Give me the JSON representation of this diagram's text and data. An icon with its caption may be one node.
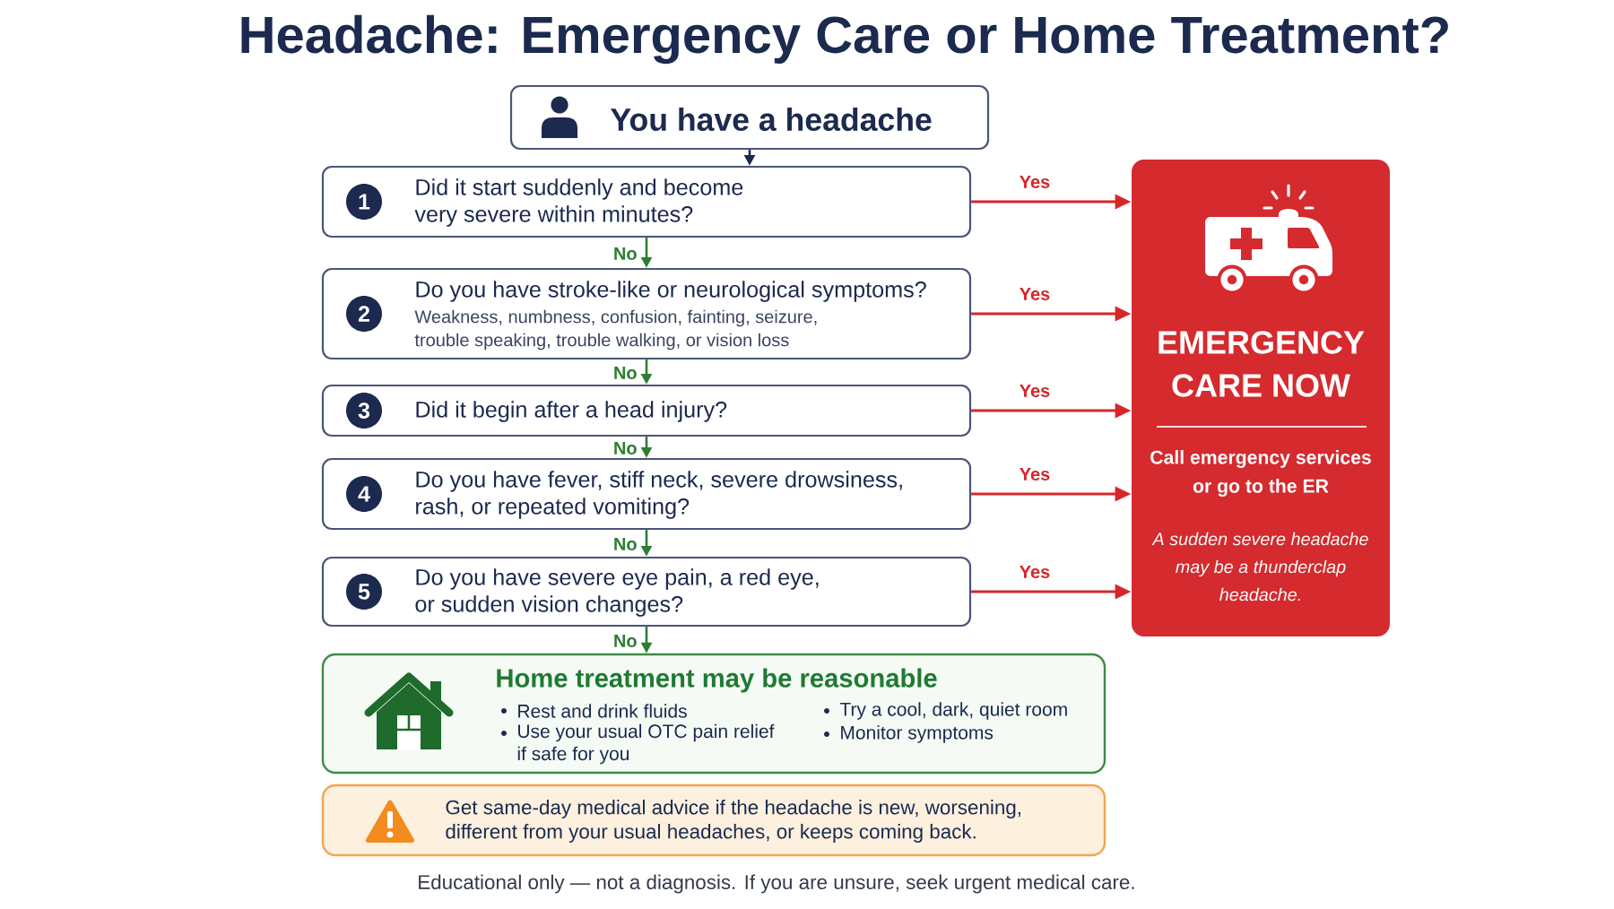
{
  "diagram": {
    "title": "Headache: Emergency Care or Home Treatment?",
    "caption": "Educational only — not a diagnosis. If you are unsure, seek urgent medical care.",
    "nodes": [
      {
        "text": [
          "You have a headache"
        ]
      },
      {
        "text": [
          "1",
          "Did it start suddenly and become very severe within minutes?"
        ]
      },
      {
        "text": [
          "2",
          "Do you have stroke-like or neurological symptoms?",
          "Weakness, numbness, confusion, fainting, seizure, trouble speaking, trouble walking, or vision loss"
        ]
      },
      {
        "text": [
          "3",
          "Did it begin after a head injury?"
        ]
      },
      {
        "text": [
          "4",
          "Do you have fever, stiff neck, severe drowsiness, rash, or repeated vomiting?"
        ]
      },
      {
        "text": [
          "5",
          "Do you have severe eye pain, a red eye, or sudden vision changes?"
        ]
      },
      {
        "text": [
          "Home treatment may be reasonable",
          "Rest and drink fluids",
          "Use your usual OTC pain relief if safe for you",
          "Try a cool, dark, quiet room",
          "Monitor symptoms"
        ]
      },
      {
        "text": [
          "Get same-day medical advice if the headache is new, worsening, different from your usual headaches, or keeps coming back."
        ]
      },
      {
        "text": [
          "EMERGENCY CARE NOW",
          "Call emergency services or go to the ER",
          "A sudden severe headache may be a thunderclap headache."
        ]
      }
    ],
    "edges": [
      {
        "from": 0,
        "to": 1,
        "arrow": "to",
        "color": "#1b2a4e"
      },
      {
        "from": 1,
        "to": 2,
        "arrow": "to",
        "label": "No",
        "color": "#2e7d32"
      },
      {
        "from": 2,
        "to": 3,
        "arrow": "to",
        "label": "No",
        "color": "#2e7d32"
      },
      {
        "from": 3,
        "to": 4,
        "arrow": "to",
        "label": "No",
        "color": "#2e7d32"
      },
      {
        "from": 4,
        "to": 5,
        "arrow": "to",
        "label": "No",
        "color": "#2e7d32"
      },
      {
        "from": 5,
        "to": 6,
        "arrow": "to",
        "label": "No",
        "color": "#2e7d32"
      },
      {
        "from": 1,
        "to": 8,
        "arrow": "to",
        "label": "Yes",
        "color": "#d7262b"
      },
      {
        "from": 2,
        "to": 8,
        "arrow": "to",
        "label": "Yes",
        "color": "#d7262b"
      },
      {
        "from": 3,
        "to": 8,
        "arrow": "to",
        "label": "Yes",
        "color": "#d7262b"
      },
      {
        "from": 4,
        "to": 8,
        "arrow": "to",
        "label": "Yes",
        "color": "#d7262b"
      },
      {
        "from": 5,
        "to": 8,
        "arrow": "to",
        "label": "Yes",
        "color": "#d7262b"
      }
    ]
  }
}
